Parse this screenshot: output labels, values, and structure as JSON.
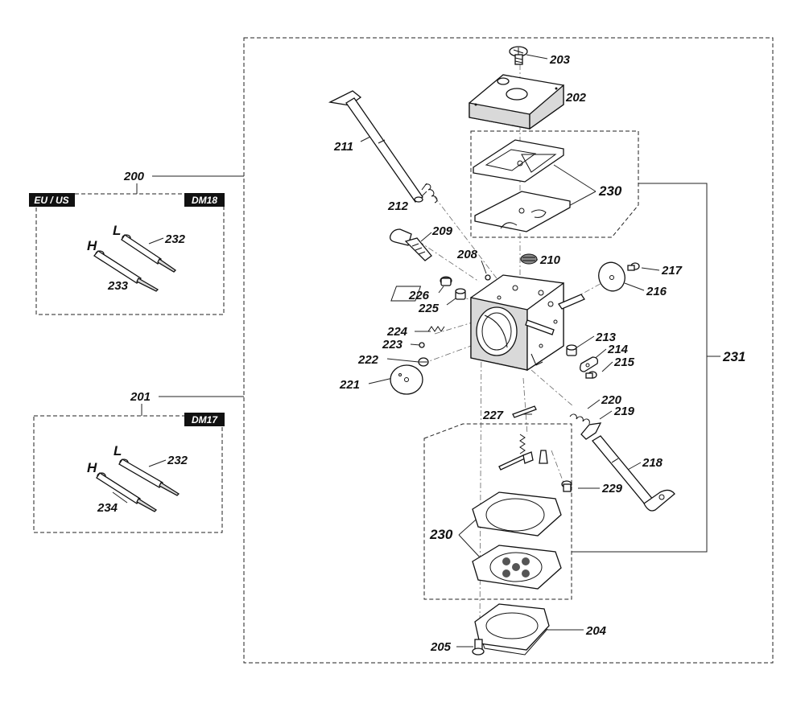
{
  "tags": {
    "eu_us": "EU / US",
    "dm18": "DM18",
    "dm17": "DM17"
  },
  "labels": {
    "p200": "200",
    "p201": "201",
    "p202": "202",
    "p203": "203",
    "p204": "204",
    "p205": "205",
    "p208": "208",
    "p209": "209",
    "p210": "210",
    "p211": "211",
    "p212": "212",
    "p213": "213",
    "p214": "214",
    "p215": "215",
    "p216": "216",
    "p217": "217",
    "p218": "218",
    "p219": "219",
    "p220": "220",
    "p221": "221",
    "p222": "222",
    "p223": "223",
    "p224": "224",
    "p225": "225",
    "p226": "226",
    "p227": "227",
    "p229": "229",
    "p230_top": "230",
    "p230_bottom": "230",
    "p231": "231",
    "kit1_l": "L",
    "kit1_h": "H",
    "kit1_232": "232",
    "kit1_233": "233",
    "kit2_l": "L",
    "kit2_h": "H",
    "kit2_232": "232",
    "kit2_234": "234"
  }
}
